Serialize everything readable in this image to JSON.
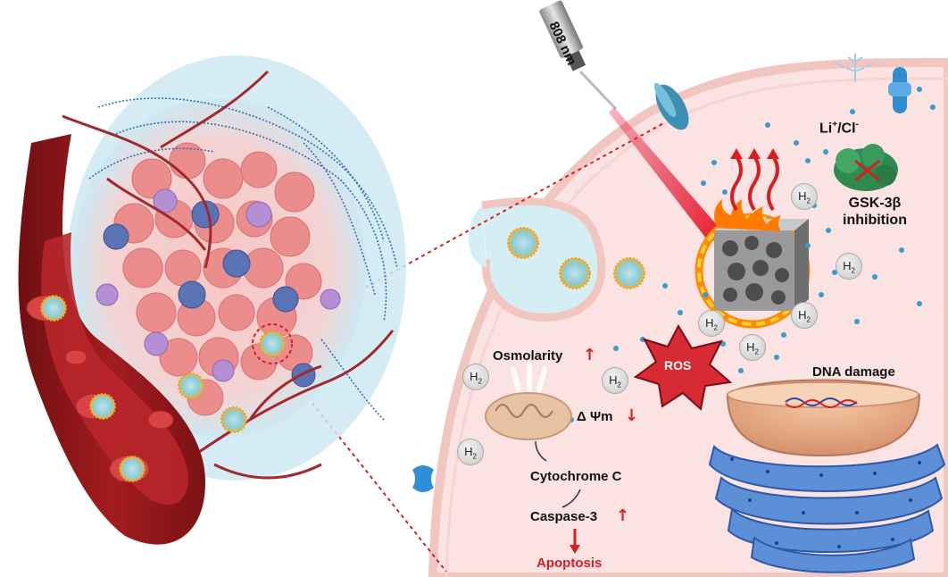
{
  "labels": {
    "laser": "808 nm",
    "ion_main": "Li",
    "ion_sup1": "+",
    "ion_sep": "/Cl",
    "ion_sup2": "-",
    "gsk_line1": "GSK-3β",
    "gsk_line2": "inhibition",
    "osmolarity": "Osmolarity",
    "ros": "ROS",
    "dna_damage": "DNA damage",
    "delta_psi": "Δ Ψm",
    "cytochrome": "Cytochrome C",
    "caspase": "Caspase-3",
    "apoptosis": "Apoptosis"
  },
  "h2_molecule": {
    "main": "H",
    "sub": "2"
  },
  "colors": {
    "vessel": "#9e1b1b",
    "tumor_halo": "#cfe9f2",
    "cell_bg": "#fbe6e6",
    "cell_membrane": "#f3c9c6",
    "emphasis_red": "#d81e1e",
    "er_blue": "#4a7fc8",
    "ros_red": "#d62a35"
  },
  "icons": [
    "laser-pen-icon",
    "flame-icon",
    "nanoparticle-icon",
    "ion-channel-icon",
    "gsk-protein-icon",
    "mitochondrion-icon",
    "nucleus-icon",
    "endoplasmic-reticulum-icon",
    "blood-vessel-icon",
    "tumor-cluster-icon"
  ]
}
